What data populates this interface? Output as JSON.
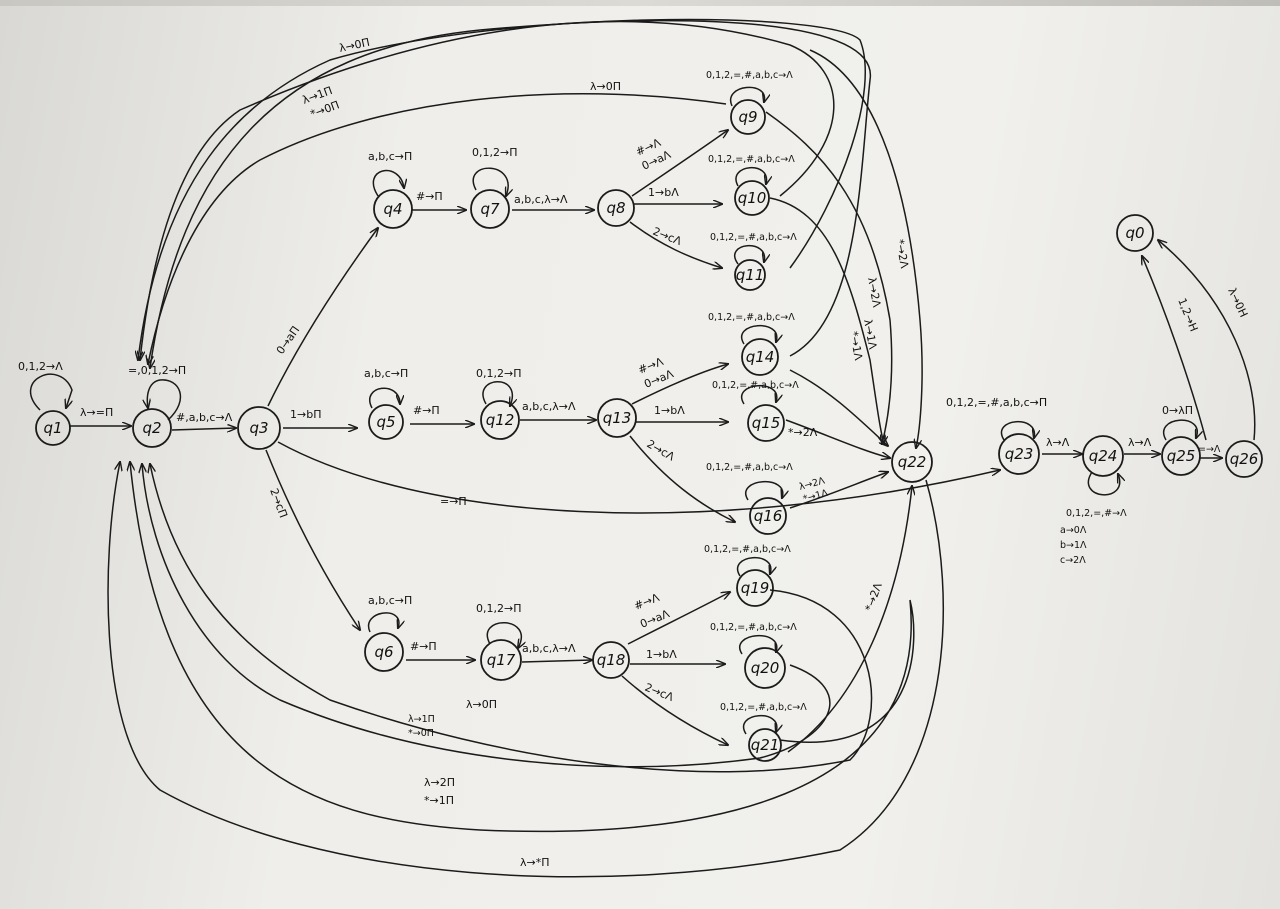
{
  "nodes": {
    "q0": "q0",
    "q1": "q1",
    "q2": "q2",
    "q3": "q3",
    "q4": "q4",
    "q5": "q5",
    "q6": "q6",
    "q7": "q7",
    "q8": "q8",
    "q9": "q9",
    "q10": "q10",
    "q11": "q11",
    "q12": "q12",
    "q13": "q13",
    "q14": "q14",
    "q15": "q15",
    "q16": "q16",
    "q17": "q17",
    "q18": "q18",
    "q19": "q19",
    "q20": "q20",
    "q21": "q21",
    "q22": "q22",
    "q23": "q23",
    "q24": "q24",
    "q25": "q25",
    "q26": "q26"
  },
  "labels": {
    "loop_q1": "0,1,2→Λ",
    "q1_q2": "λ→=Π",
    "loop_q2": "=,0,1,2→Π",
    "q2_q3": "#,a,b,c→Λ",
    "q3_q4": "0→aΠ",
    "q3_q5": "1→bΠ",
    "q3_q6": "2→cΠ",
    "q3_q23": "=→Π",
    "loop_q4": "a,b,c→Π",
    "loop_q5": "a,b,c→Π",
    "loop_q6": "a,b,c→Π",
    "q4_q7": "#→Π",
    "q5_q12": "#→Π",
    "q6_q17": "#→Π",
    "loop_q7": "0,1,2→Π",
    "loop_q12": "0,1,2→Π",
    "loop_q17": "0,1,2→Π",
    "q7_q8": "a,b,c,λ→Λ",
    "q12_q13": "a,b,c,λ→Λ",
    "q17_q18": "a,b,c,λ→Λ",
    "q8_q9_1": "#→Λ",
    "q8_q9_2": "0→aΛ",
    "q8_q10": "1→bΛ",
    "q8_q11": "2→cΛ",
    "q13_q14_1": "#→Λ",
    "q13_q14_2": "0→aΛ",
    "q13_q15": "1→bΛ",
    "q13_q16": "2→cΛ",
    "q18_q19_1": "#→Λ",
    "q18_q19_2": "0→aΛ",
    "q18_q20": "1→bΛ",
    "q18_q21": "2→cΛ",
    "loop_q9": "0,1,2,=,#,a,b,c→Λ",
    "loop_q10": "0,1,2,=,#,a,b,c→Λ",
    "loop_q11": "0,1,2,=,#,a,b,c→Λ",
    "loop_q14": "0,1,2,=,#,a,b,c→Λ",
    "loop_q15": "0,1,2,=,#,a,b,c→Λ",
    "loop_q16": "0,1,2,=,#,a,b,c→Λ",
    "loop_q19": "0,1,2,=,#,a,b,c→Λ",
    "loop_q20": "0,1,2,=,#,a,b,c→Λ",
    "loop_q21": "0,1,2,=,#,a,b,c→Λ",
    "q9_q2": "λ→0Π",
    "q10_q2_a": "λ→1Π",
    "q10_q2_b": "*→0Π",
    "q11_q2": "λ→0Π",
    "q9_q22": "*→2Λ",
    "q10_q22": "λ→2Λ",
    "q14_q22_a": "λ→1Λ",
    "q14_q22_b": "*→1Λ",
    "q15_q22": "*→2Λ",
    "q16_q22_a": "λ→2Λ",
    "q16_q22_b": "*→1Λ",
    "q19_q2": "λ→0Π",
    "q20_q2_a": "λ→1Π",
    "q20_q2_b": "*→0Π",
    "q21_q2_a": "λ→2Π",
    "q21_q2_b": "*→1Π",
    "q22_q2": "λ→*Π",
    "q21_q22": "*→2Λ",
    "loop_q23": "0,1,2,=,#,a,b,c→Π",
    "q23_q24": "λ→Λ",
    "q24_q25": "λ→Λ",
    "loop_q24_1": "0,1,2,=,#→Λ",
    "loop_q24_2": "a→0Λ",
    "loop_q24_3": "b→1Λ",
    "loop_q24_4": "c→2Λ",
    "loop_q25": "0→λΠ",
    "q25_q26": "=→Λ",
    "q25_q0": "1,2→H",
    "q26_q0": "λ→0H"
  }
}
